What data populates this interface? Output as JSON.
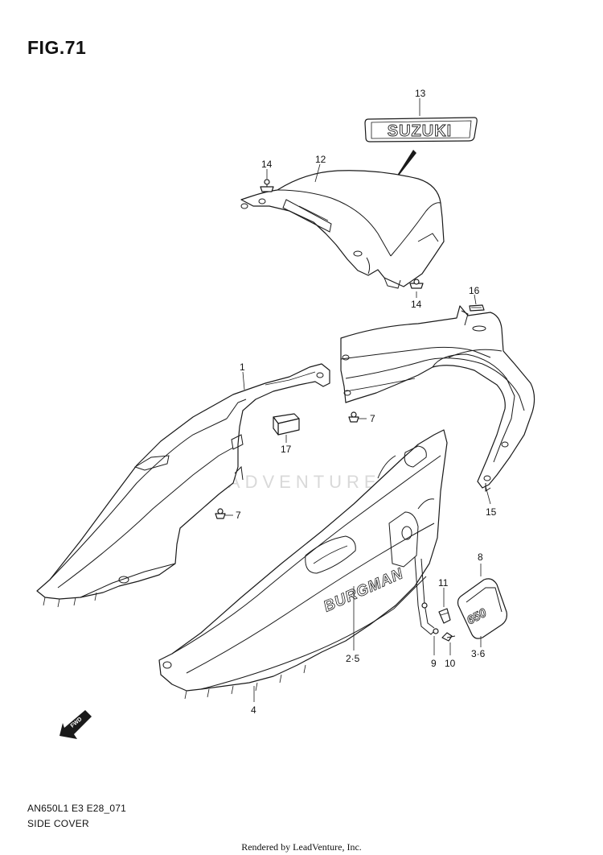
{
  "figure": {
    "title": "FIG.71",
    "model_code": "AN650L1 E3 E28_071",
    "caption": "SIDE COVER",
    "footer": "Rendered by LeadVenture, Inc.",
    "watermark": "LEADVENTURE"
  },
  "emblems": {
    "suzuki": "SUZUKI",
    "burgman": "BURGMAN",
    "badge": "650"
  },
  "direction_marker": {
    "label": "FWD",
    "icon": "arrow-left-down-icon"
  },
  "callouts": [
    {
      "id": "c13",
      "label": "13"
    },
    {
      "id": "c14a",
      "label": "14"
    },
    {
      "id": "c12",
      "label": "12"
    },
    {
      "id": "c14b",
      "label": "14"
    },
    {
      "id": "c16",
      "label": "16"
    },
    {
      "id": "c1",
      "label": "1"
    },
    {
      "id": "c7a",
      "label": "7"
    },
    {
      "id": "c17",
      "label": "17"
    },
    {
      "id": "c7b",
      "label": "7"
    },
    {
      "id": "c15",
      "label": "15"
    },
    {
      "id": "c8",
      "label": "8"
    },
    {
      "id": "c11",
      "label": "11"
    },
    {
      "id": "c25",
      "label": "2·5"
    },
    {
      "id": "c9",
      "label": "9"
    },
    {
      "id": "c10",
      "label": "10"
    },
    {
      "id": "c36",
      "label": "3·6"
    },
    {
      "id": "c4",
      "label": "4"
    }
  ]
}
